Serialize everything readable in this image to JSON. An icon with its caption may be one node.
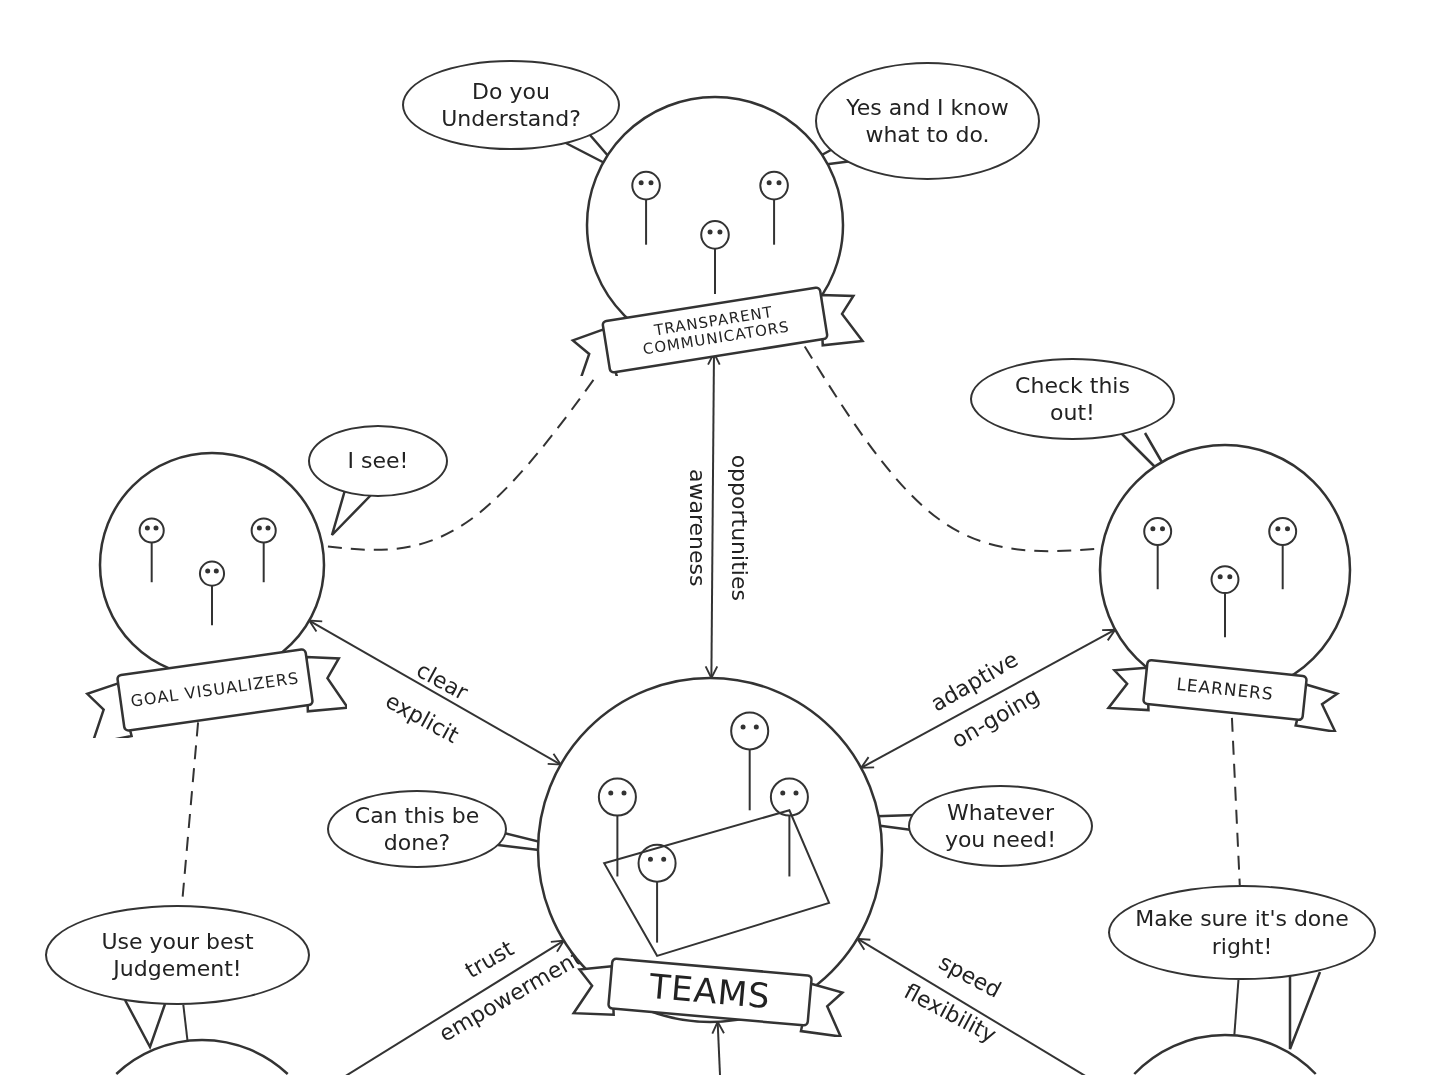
{
  "diagram": {
    "nodes": [
      {
        "text": [
          "TRANSPARENT COMMUNICATORS"
        ]
      },
      {
        "text": [
          "Do you Understand?"
        ]
      },
      {
        "text": [
          "Yes and I know what to do."
        ]
      },
      {
        "text": [
          "GOAL VISUALIZERS"
        ]
      },
      {
        "text": [
          "I see!"
        ]
      },
      {
        "text": [
          "LEARNERS"
        ]
      },
      {
        "text": [
          "Check this out!"
        ]
      },
      {
        "text": [
          "TEAMS"
        ]
      },
      {
        "text": [
          "Can this be done?"
        ]
      },
      {
        "text": [
          "Whatever you need!"
        ]
      },
      {
        "text": [
          "Use your best Judgement!"
        ]
      },
      {
        "text": [],
        "shape": "circle"
      },
      {
        "text": [
          "Make sure it's done right!"
        ]
      },
      {
        "text": [],
        "shape": "circle"
      }
    ],
    "edges": [
      {
        "from": 0,
        "to": 3,
        "arrow": "none",
        "style": "dashed"
      },
      {
        "from": 0,
        "to": 5,
        "arrow": "none",
        "style": "dashed"
      },
      {
        "from": 0,
        "to": 7,
        "arrow": "both",
        "label": "opportunities awareness"
      },
      {
        "from": 3,
        "to": 7,
        "arrow": "both",
        "label": "clear explicit"
      },
      {
        "from": 5,
        "to": 7,
        "arrow": "both",
        "label": "adaptive on-going"
      },
      {
        "from": 3,
        "to": 10,
        "arrow": "none",
        "style": "dashed"
      },
      {
        "from": 10,
        "to": 11,
        "arrow": "none"
      },
      {
        "from": 5,
        "to": 12,
        "arrow": "none",
        "style": "dashed"
      },
      {
        "from": 12,
        "to": 13,
        "arrow": "none"
      },
      {
        "from": 11,
        "to": 7,
        "arrow": "to",
        "label": "trust empowerment"
      },
      {
        "from": 13,
        "to": 7,
        "arrow": "to",
        "label": "speed flexibility"
      },
      {
        "from": null,
        "to": 7,
        "arrow": "to"
      }
    ]
  }
}
